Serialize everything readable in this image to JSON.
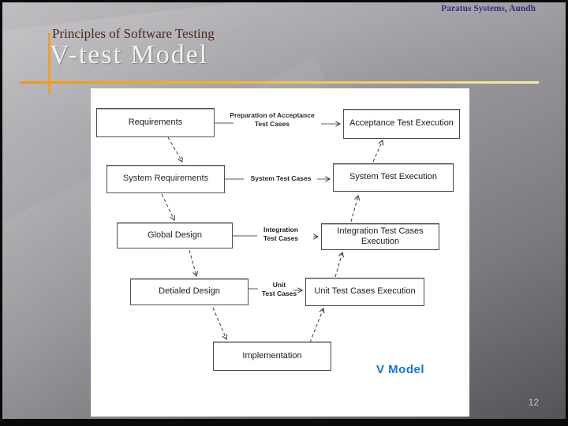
{
  "slide": {
    "header": "Paratus Systems, Aundh",
    "subtitle": "Principles of Software Testing",
    "title": "V-test Model",
    "page_number": "12"
  },
  "colors": {
    "header_text": "#31317e",
    "subtitle_text": "#4d2823",
    "title_text": "#f2f2f0",
    "accent_line_orange": "#eda12c",
    "accent_line_yellow": "#f5ecb2",
    "caption_blue": "#1873cd",
    "panel_background": "#ffffff",
    "slide_gray_light": "#b2b0b4",
    "slide_gray_dark": "#555357"
  },
  "diagram": {
    "caption": "V Model",
    "nodes": {
      "requirements": "Requirements",
      "system_requirements": "System Requirements",
      "global_design": "Global Design",
      "detailed_design": "Detialed Design",
      "implementation": "Implementation",
      "acceptance_test_execution": "Acceptance Test Execution",
      "system_test_execution": "System Test Execution",
      "integration_test_cases_execution": "Integration Test Cases\nExecution",
      "unit_test_cases_execution": "Unit Test Cases Execution"
    },
    "edge_labels": {
      "preparation_of_acceptance_test_cases": "Preparation of Acceptance\nTest Cases",
      "system_test_cases": "System Test Cases",
      "integration_test_cases": "Integration\nTest Cases",
      "unit_test_cases": "Unit\nTest Cases"
    }
  }
}
